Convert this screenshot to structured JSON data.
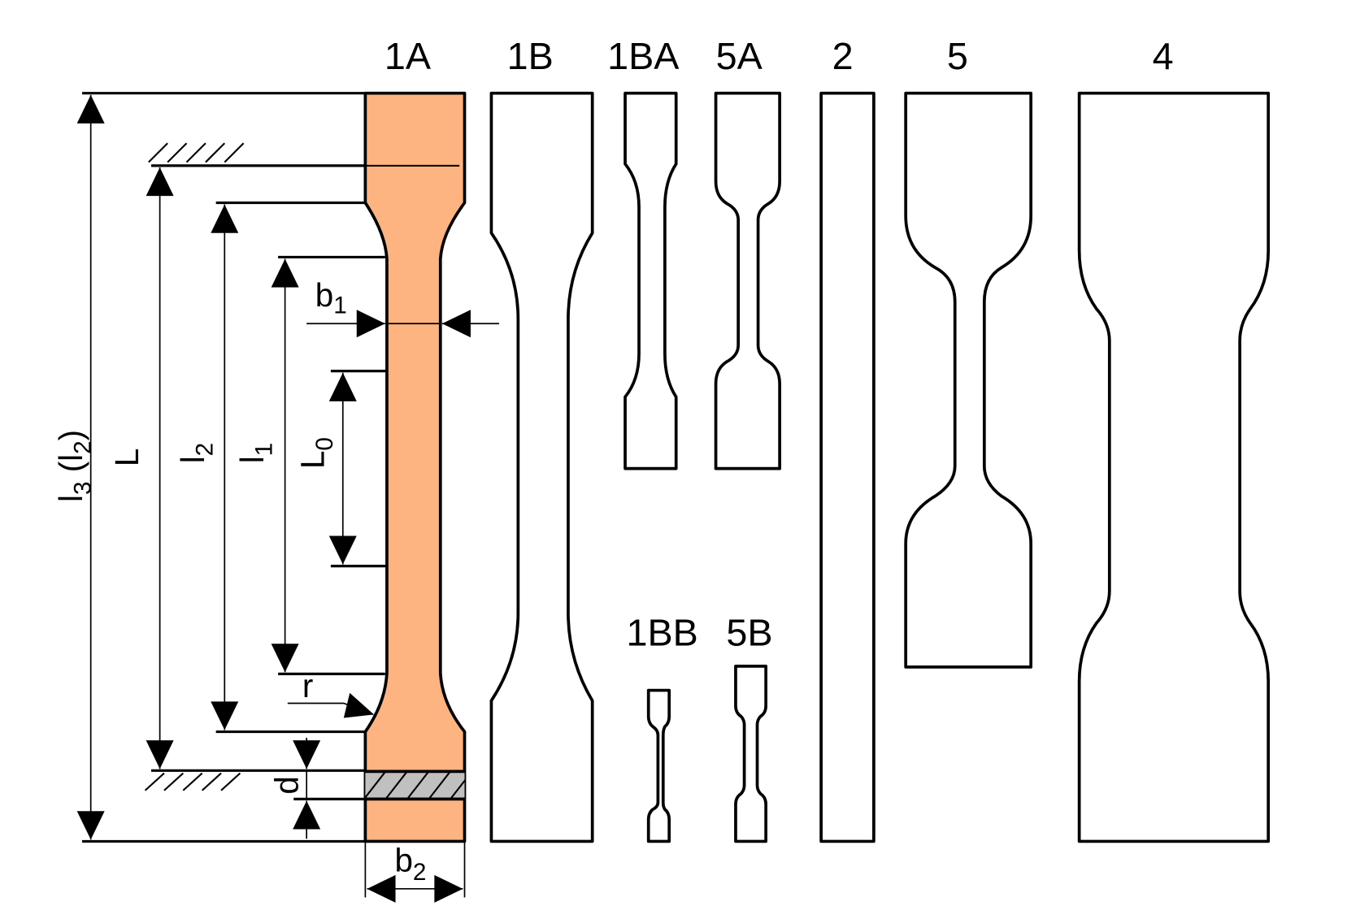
{
  "specimens": {
    "s1A": "1A",
    "s1B": "1B",
    "s1BA": "1BA",
    "s5A": "5A",
    "s2": "2",
    "s5": "5",
    "s4": "4",
    "s1BB": "1BB",
    "s5B": "5B"
  },
  "dimensions": {
    "l3_main": "l",
    "l3_sub": "3",
    "l3_paren_open": "(l",
    "l3_paren_sub": "2",
    "l3_paren_close": ")",
    "L": "L",
    "l2_main": "l",
    "l2_sub": "2",
    "l1_main": "l",
    "l1_sub": "1",
    "L0_main": "L",
    "L0_sub": "0",
    "b1_main": "b",
    "b1_sub": "1",
    "b2_main": "b",
    "b2_sub": "2",
    "r": "r",
    "d": "d"
  },
  "colors": {
    "highlight_fill": "#FDB480",
    "hatch_fill": "#C0C0C0",
    "stroke": "#000000"
  }
}
